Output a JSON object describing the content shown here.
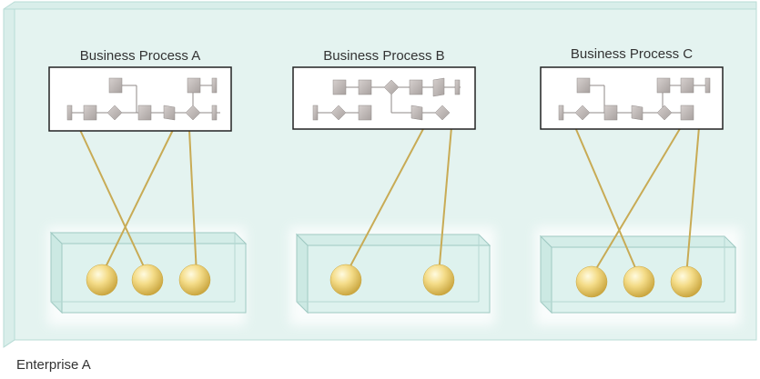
{
  "enterprise": {
    "label": "Enterprise A"
  },
  "processes": [
    {
      "title": "Business Process A"
    },
    {
      "title": "Business Process B"
    },
    {
      "title": "Business Process C"
    }
  ],
  "colors": {
    "panel_fill": "#e4f3f0",
    "panel_stroke": "#b8dcd6",
    "container_fill": "#d6efea",
    "container_stroke": "#9fc9c2",
    "connector": "#c8ab55",
    "sphere_light": "#fff8cf",
    "sphere_dark": "#d4b24a",
    "process_shape": "#bdb6b4",
    "process_shape_dark": "#8f8987"
  }
}
